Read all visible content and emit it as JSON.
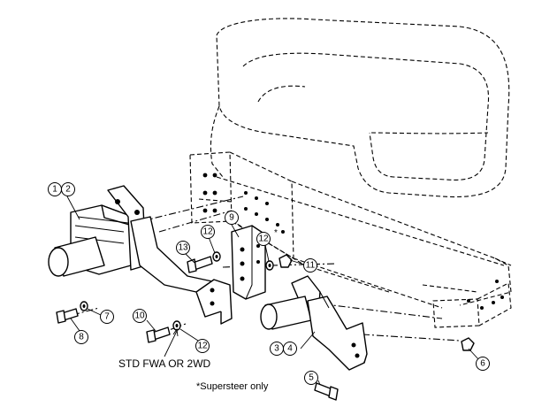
{
  "diagram": {
    "callouts": [
      "1",
      "2",
      "3",
      "4",
      "5",
      "6",
      "7",
      "8",
      "9",
      "10",
      "11",
      "12",
      "13"
    ],
    "caption_std": "STD FWA OR 2WD",
    "footnote": "*Supersteer only",
    "asterisk_mark": "*"
  }
}
